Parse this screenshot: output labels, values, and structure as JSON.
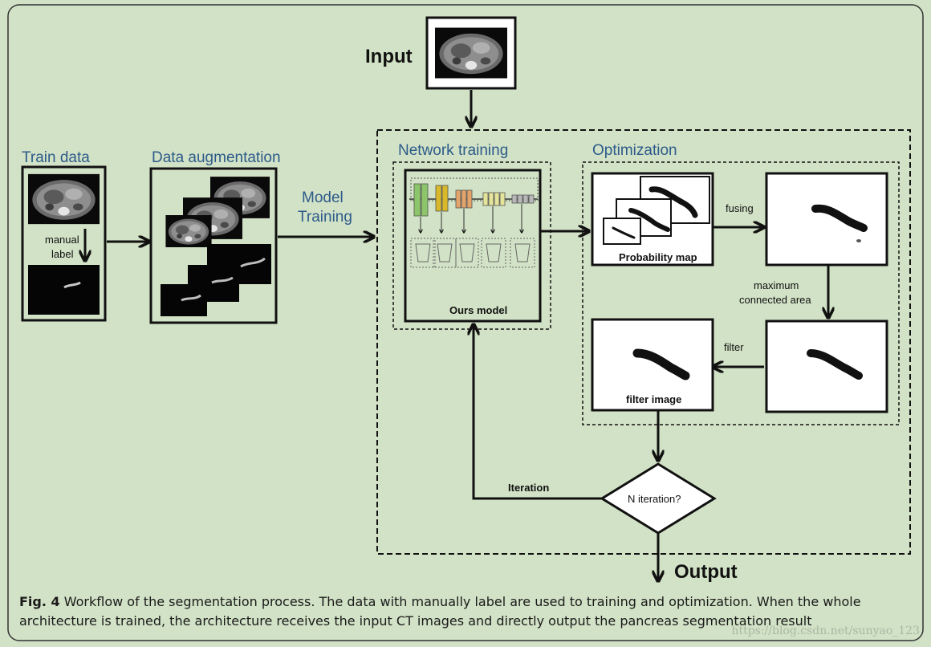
{
  "input_label": "Input",
  "output_label": "Output",
  "train_data": {
    "title": "Train data",
    "label_line1": "manual",
    "label_line2": "label"
  },
  "data_augmentation": {
    "title": "Data augmentation"
  },
  "model_training": {
    "line1": "Model",
    "line2": "Training"
  },
  "network_training": {
    "title": "Network training",
    "model_label": "Ours model"
  },
  "optimization": {
    "title": "Optimization",
    "probability_map": "Probability map",
    "fusing": "fusing",
    "max_line1": "maximum",
    "max_line2": "connected area",
    "filter": "filter",
    "filter_image": "filter image"
  },
  "decision": {
    "label": "N iteration?"
  },
  "iteration_label": "Iteration",
  "caption": {
    "fig_label": "Fig. 4",
    "text": " Workflow of the segmentation process. The data with manually label are used to training and optimization. When the whole architecture is trained, the architecture receives the input CT images and directly output the pancreas segmentation result"
  },
  "watermark": "https://blog.csdn.net/sunyao_123",
  "colors": {
    "background": "#d2e2c6",
    "section_title": "#2d5b8a",
    "block_green": "#8cc56a",
    "block_yellow": "#d9b92a",
    "block_orange": "#e2a46a",
    "block_lightyellow": "#e4e49a",
    "block_gray": "#b8b8b8"
  }
}
